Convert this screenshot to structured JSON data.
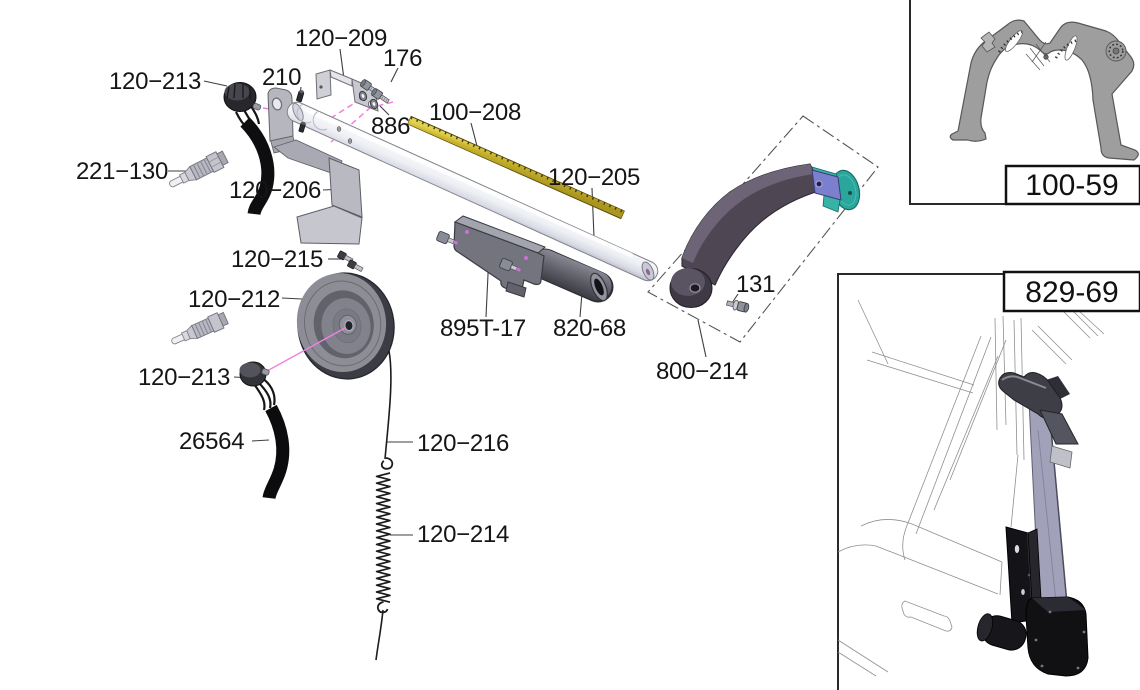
{
  "diagram": {
    "labels": [
      {
        "id": "120-209",
        "text": "120−209"
      },
      {
        "id": "176",
        "text": "176"
      },
      {
        "id": "210",
        "text": "210"
      },
      {
        "id": "120-213-top",
        "text": "120−213"
      },
      {
        "id": "886",
        "text": "886"
      },
      {
        "id": "100-208",
        "text": "100−208"
      },
      {
        "id": "120-205",
        "text": "120−205"
      },
      {
        "id": "221-130",
        "text": "221−130"
      },
      {
        "id": "120-206",
        "text": "120−206"
      },
      {
        "id": "120-215",
        "text": "120−215"
      },
      {
        "id": "120-212",
        "text": "120−212"
      },
      {
        "id": "895T-17",
        "text": "895T-17"
      },
      {
        "id": "820-68",
        "text": "820-68"
      },
      {
        "id": "131",
        "text": "131"
      },
      {
        "id": "800-214",
        "text": "800−214"
      },
      {
        "id": "120-213-low",
        "text": "120−213"
      },
      {
        "id": "26564",
        "text": "26564"
      },
      {
        "id": "120-216",
        "text": "120−216"
      },
      {
        "id": "120-214",
        "text": "120−214"
      }
    ],
    "insets": {
      "top": {
        "label": "100-59"
      },
      "bottom": {
        "label": "829-69"
      }
    },
    "colors": {
      "accent_pink": "#ee82e0",
      "ruler_yellow": "#c7b02b",
      "teal": "#2ba69c",
      "blue_block": "#7b7fce",
      "strap": "#a2a1ba",
      "part_gray": "#b6b6bf"
    }
  }
}
